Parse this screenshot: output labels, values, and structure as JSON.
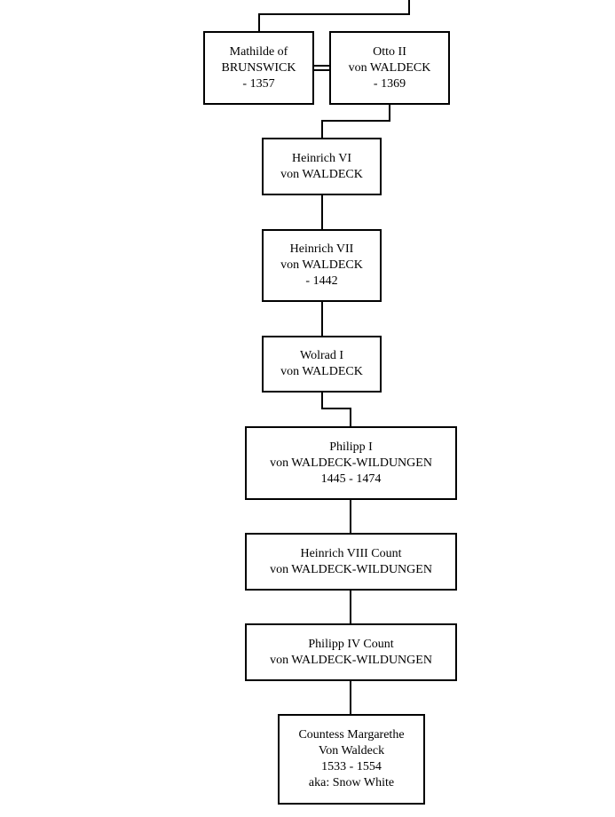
{
  "people": {
    "mathilde": {
      "lines": [
        "Mathilde of",
        "BRUNSWICK",
        "- 1357"
      ]
    },
    "otto": {
      "lines": [
        "Otto II",
        "von WALDECK",
        "- 1369"
      ]
    },
    "heinrich6": {
      "lines": [
        "Heinrich VI",
        "von WALDECK"
      ]
    },
    "heinrich7": {
      "lines": [
        "Heinrich VII",
        "von WALDECK",
        "- 1442"
      ]
    },
    "wolrad": {
      "lines": [
        "Wolrad I",
        "von WALDECK"
      ]
    },
    "philipp1": {
      "lines": [
        "Philipp I",
        "von WALDECK-WILDUNGEN",
        "1445 - 1474"
      ]
    },
    "heinrich8": {
      "lines": [
        "Heinrich VIII Count",
        "von WALDECK-WILDUNGEN"
      ]
    },
    "philipp4": {
      "lines": [
        "Philipp IV Count",
        "von WALDECK-WILDUNGEN"
      ]
    },
    "margarethe": {
      "lines": [
        "Countess Margarethe",
        "Von Waldeck",
        "1533 - 1554",
        "aka: Snow White"
      ]
    }
  },
  "colors": {
    "line": "#000000",
    "box_border": "#000000",
    "background": "#ffffff"
  }
}
